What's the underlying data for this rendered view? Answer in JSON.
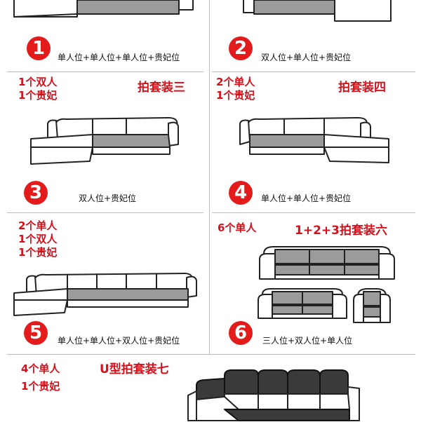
{
  "panels": [
    {
      "number": "1",
      "caption": "单人位+单人位+单人位+贵妃位"
    },
    {
      "number": "2",
      "caption": "双人位+单人位+贵妃位"
    },
    {
      "number": "3",
      "note": [
        "1个双人",
        "1个贵妃"
      ],
      "title": "拍套装三",
      "caption": "双人位+贵妃位"
    },
    {
      "number": "4",
      "note": [
        "2个单人",
        "1个贵妃"
      ],
      "title": "拍套装四",
      "caption": "单人位+单人位+贵妃位"
    },
    {
      "number": "5",
      "note": [
        "2个单人",
        "1个双人",
        "1个贵妃"
      ],
      "caption": "单人位+单人位+双人位+贵妃位"
    },
    {
      "number": "6",
      "note": [
        "6个单人"
      ],
      "title": "1+2+3拍套装六",
      "caption": "三人位+双人位+单人位"
    },
    {
      "note": [
        "4个单人",
        "1个贵妃"
      ],
      "title": "U型拍套装七"
    }
  ],
  "colors": {
    "accent": "#d6101a",
    "badge": "#e31b1b",
    "cushion": "#9b9b9b",
    "dark_cushion": "#3a3a3a"
  }
}
